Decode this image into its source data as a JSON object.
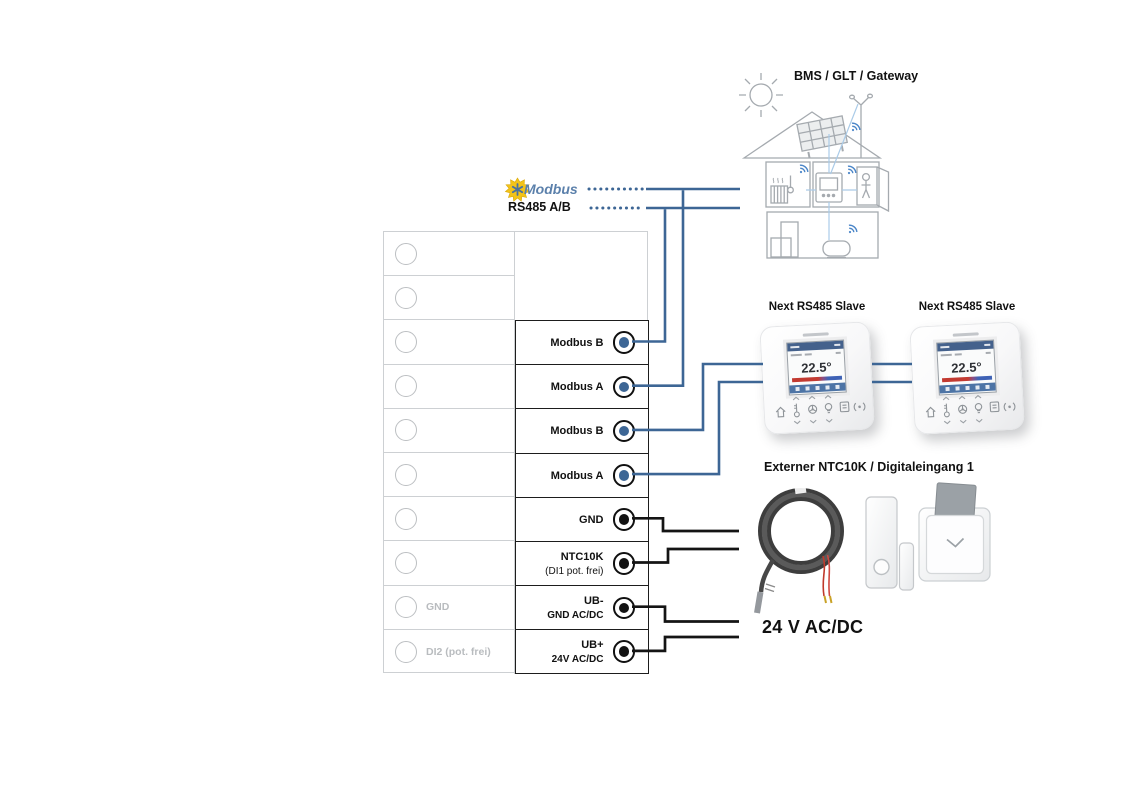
{
  "colors": {
    "wire_blue": "#3d6695",
    "wire_black": "#141414",
    "modbus_yellow": "#f3c318",
    "modbus_logo_text_blue": "#5b80ab",
    "table_gray_line": "#cdd0d3",
    "table_gray_text": "#b9bcbf",
    "lcd_blue": "#4d74a6",
    "house_line_gray": "#a5aaaf",
    "wifi_blue": "#4b86c8"
  },
  "labels": {
    "bms": "BMS / GLT / Gateway",
    "modbus_logo": "Modbus",
    "rs485": "RS485 A/B",
    "slave1": "Next RS485 Slave",
    "slave2": "Next RS485 Slave",
    "sensor": "Externer NTC10K / Digitaleingang 1",
    "power": "24 V AC/DC"
  },
  "device_screen": {
    "temp": "22.5°"
  },
  "terminal_block": {
    "left_labels": [
      "",
      "",
      "",
      "",
      "",
      "",
      "",
      "",
      "GND",
      "DI2 (pot. frei)"
    ],
    "rows": [
      {
        "label": "Modbus B",
        "sub": "",
        "dot": "blue"
      },
      {
        "label": "Modbus A",
        "sub": "",
        "dot": "blue"
      },
      {
        "label": "Modbus B",
        "sub": "",
        "dot": "blue"
      },
      {
        "label": "Modbus A",
        "sub": "",
        "dot": "blue"
      },
      {
        "label": "GND",
        "sub": "",
        "dot": "black"
      },
      {
        "label": "NTC10K",
        "sub": "(DI1 pot. frei)",
        "dot": "black"
      },
      {
        "label": "UB-",
        "sub": "GND AC/DC",
        "dot": "black"
      },
      {
        "label": "UB+",
        "sub": "24V AC/DC",
        "dot": "black"
      }
    ]
  }
}
